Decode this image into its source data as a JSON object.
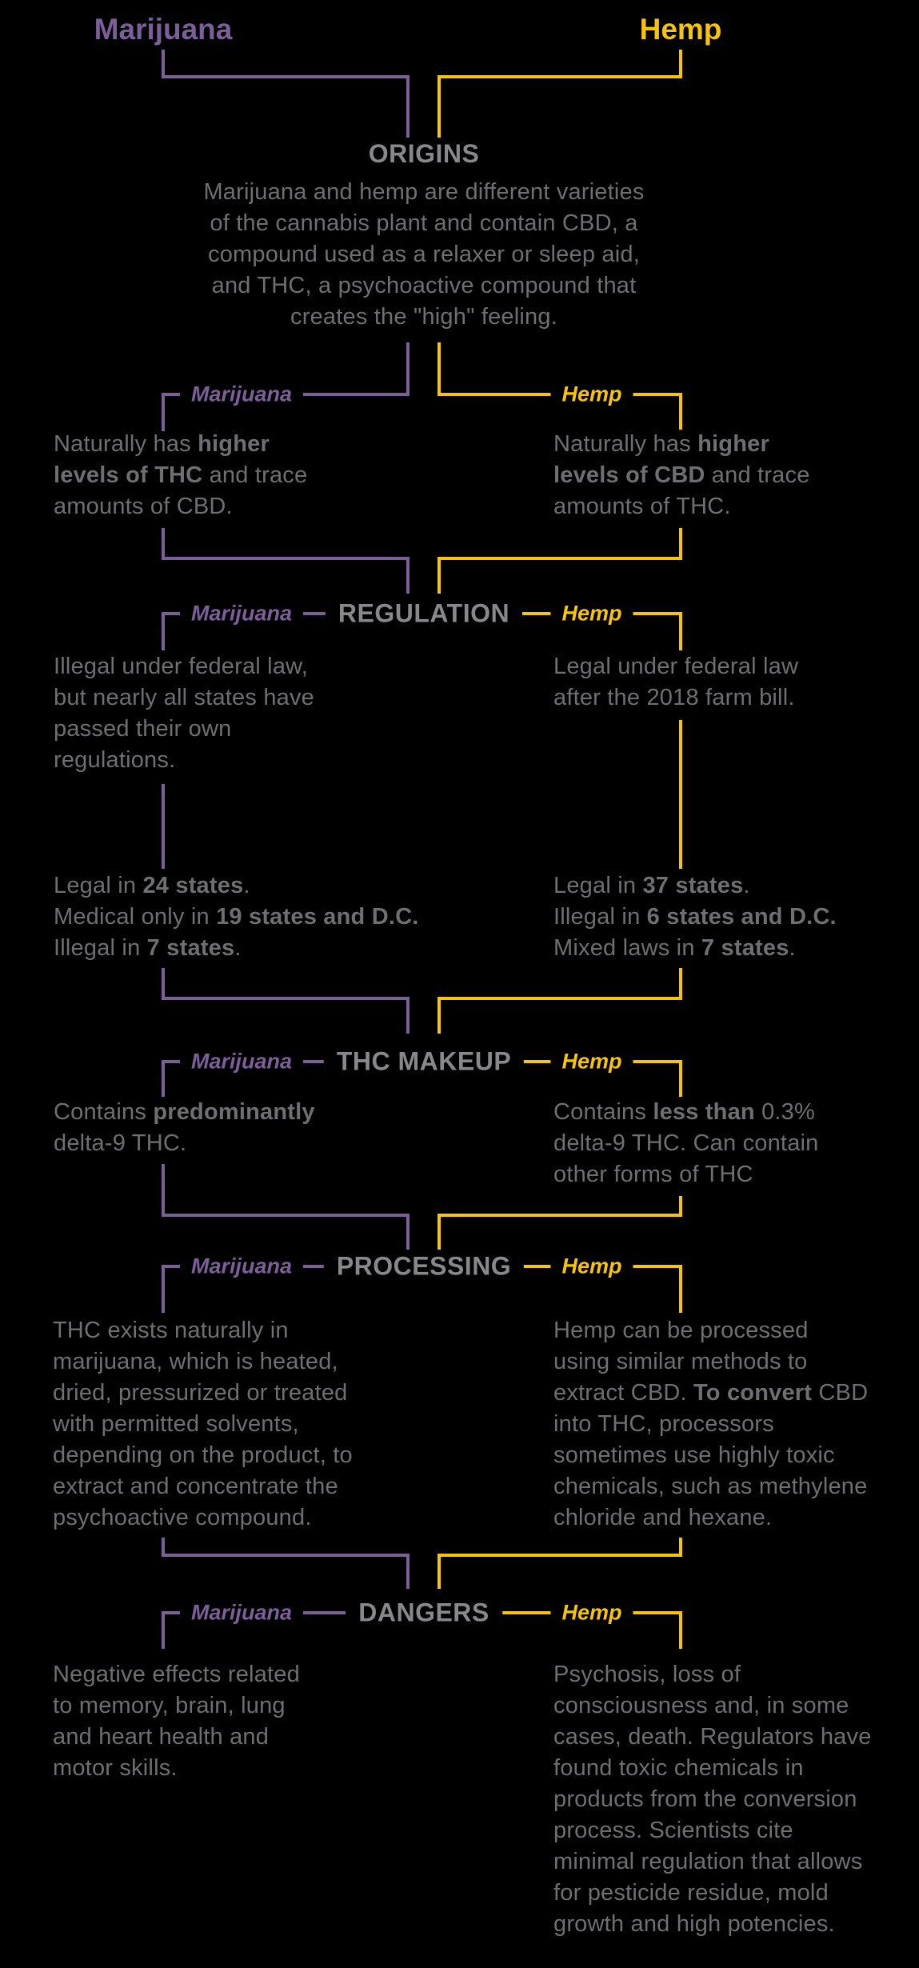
{
  "colors": {
    "purple": "#7c5e99",
    "yellow": "#f7c407",
    "heading_gray": "#88888b",
    "body_gray": "#6f6f72",
    "background": "#000000"
  },
  "header": {
    "marijuana": "Marijuana",
    "hemp": "Hemp"
  },
  "branch_label": {
    "marijuana": "Marijuana",
    "hemp": "Hemp"
  },
  "origins": {
    "heading": "ORIGINS",
    "paragraph": [
      {
        "t": "Marijuana and hemp are different varieties\nof the cannabis plant and contain CBD, a\ncompound used as a relaxer or sleep aid,\nand THC, a psychoactive compound that\ncreates the \"high\" feeling.",
        "b": false
      }
    ]
  },
  "traits": {
    "left": [
      {
        "t": "Naturally has ",
        "b": false
      },
      {
        "t": "higher\nlevels of THC",
        "b": true
      },
      {
        "t": " and trace\namounts of CBD.",
        "b": false
      }
    ],
    "right": [
      {
        "t": "Naturally has ",
        "b": false
      },
      {
        "t": "higher\nlevels of CBD",
        "b": true
      },
      {
        "t": " and trace\namounts of THC.",
        "b": false
      }
    ]
  },
  "regulation": {
    "heading": "REGULATION",
    "left": [
      {
        "t": "Illegal under federal law,\nbut nearly all states have\npassed their own\nregulations.",
        "b": false
      }
    ],
    "right": [
      {
        "t": "Legal under federal law\nafter the 2018 farm bill.",
        "b": false
      }
    ],
    "left_states": [
      {
        "t": "Legal in ",
        "b": false
      },
      {
        "t": "24 states",
        "b": true
      },
      {
        "t": ".\nMedical only in ",
        "b": false
      },
      {
        "t": "19 states and D.C.",
        "b": true
      },
      {
        "t": "\nIllegal in ",
        "b": false
      },
      {
        "t": "7 states",
        "b": true
      },
      {
        "t": ".",
        "b": false
      }
    ],
    "right_states": [
      {
        "t": "Legal in ",
        "b": false
      },
      {
        "t": "37 states",
        "b": true
      },
      {
        "t": ".\nIllegal in ",
        "b": false
      },
      {
        "t": "6 states and D.C.",
        "b": true
      },
      {
        "t": "\nMixed laws in ",
        "b": false
      },
      {
        "t": "7 states",
        "b": true
      },
      {
        "t": ".",
        "b": false
      }
    ]
  },
  "thc_makeup": {
    "heading": "THC MAKEUP",
    "left": [
      {
        "t": "Contains ",
        "b": false
      },
      {
        "t": "predominantly",
        "b": true
      },
      {
        "t": "\ndelta-9 THC.",
        "b": false
      }
    ],
    "right": [
      {
        "t": "Contains ",
        "b": false
      },
      {
        "t": "less than",
        "b": true
      },
      {
        "t": " 0.3%\ndelta-9 THC. Can contain\nother forms of THC",
        "b": false
      }
    ]
  },
  "processing": {
    "heading": "PROCESSING",
    "left": [
      {
        "t": "THC exists naturally in\nmarijuana, which is heated,\ndried, pressurized or treated\nwith permitted solvents,\ndepending on the product, to\nextract and concentrate the\npsychoactive compound.",
        "b": false
      }
    ],
    "right": [
      {
        "t": "Hemp can be processed\nusing similar methods to\nextract CBD. ",
        "b": false
      },
      {
        "t": "To convert",
        "b": true
      },
      {
        "t": " CBD\ninto THC, processors\nsometimes use highly toxic\nchemicals, such as methylene\nchloride and hexane.",
        "b": false
      }
    ]
  },
  "dangers": {
    "heading": "DANGERS",
    "left": [
      {
        "t": "Negative effects related\nto memory, brain, lung\nand heart health and\nmotor skills.",
        "b": false
      }
    ],
    "right": [
      {
        "t": "Psychosis, loss of\nconsciousness and, in some\ncases, death. Regulators have\nfound toxic chemicals in\nproducts from the conversion\nprocess. Scientists cite\nminimal regulation that allows\nfor pesticide residue, mold\ngrowth and high potencies.",
        "b": false
      }
    ]
  }
}
